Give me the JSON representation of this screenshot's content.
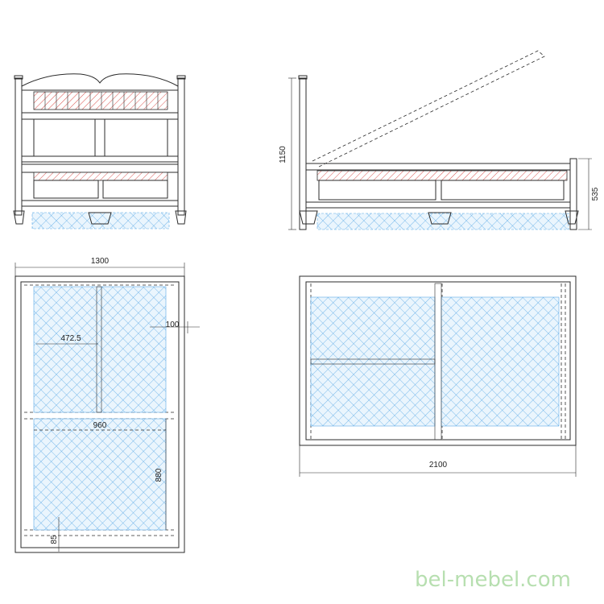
{
  "dimensions": {
    "side_height": "1150",
    "side_leg_height": "535",
    "top_width": "1300",
    "top_half": "472.5",
    "top_offset": "100",
    "top_inner_width": "960",
    "top_inner_length": "880",
    "top_bottom_gap": "85",
    "plan_length": "2100"
  },
  "watermark": "bel-mebel.com",
  "colors": {
    "line": "#2b2b2b",
    "mesh": "#5aa9e6",
    "mesh_bg": "#eaf5fd",
    "slat_hatch": "#d9534f",
    "watermark": "#b7dfb0"
  }
}
